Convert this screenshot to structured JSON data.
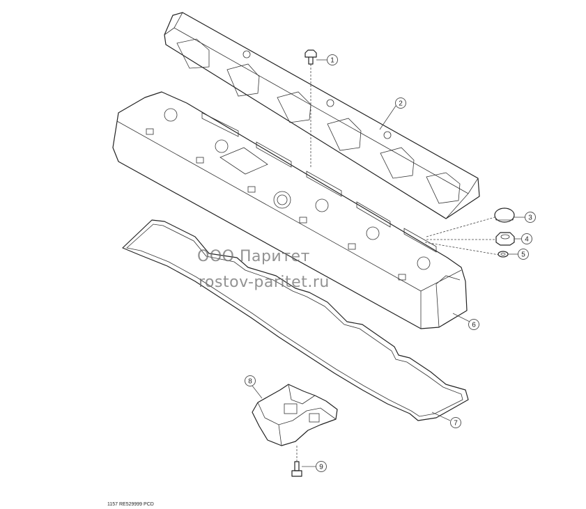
{
  "watermark": {
    "line1": "ООО Паритет",
    "line2": "rostov-paritet.ru"
  },
  "callouts": [
    "1",
    "2",
    "3",
    "4",
    "5",
    "6",
    "7",
    "8",
    "9"
  ],
  "footer_code": "1157  RE529999  PCD"
}
